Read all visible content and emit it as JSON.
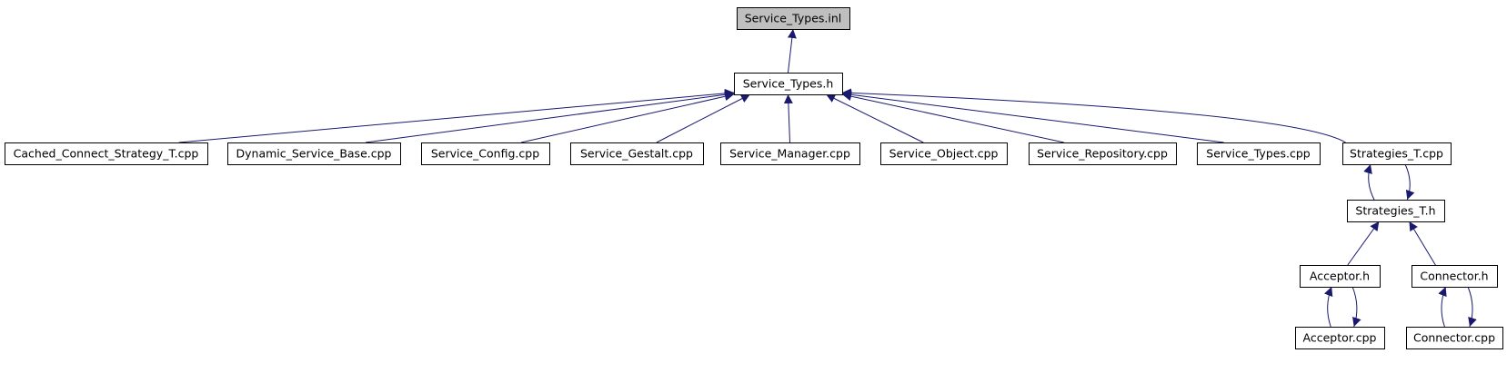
{
  "graph": {
    "colors": {
      "edge": "#191970",
      "node_fill": "#ffffff",
      "root_fill": "#bfbfbf",
      "node_border": "#000000"
    },
    "nodes": [
      {
        "id": "service_types_inl",
        "label": "Service_Types.inl",
        "root": true
      },
      {
        "id": "service_types_h",
        "label": "Service_Types.h"
      },
      {
        "id": "cached_connect_strategy_t_cpp",
        "label": "Cached_Connect_Strategy_T.cpp"
      },
      {
        "id": "dynamic_service_base_cpp",
        "label": "Dynamic_Service_Base.cpp"
      },
      {
        "id": "service_config_cpp",
        "label": "Service_Config.cpp"
      },
      {
        "id": "service_gestalt_cpp",
        "label": "Service_Gestalt.cpp"
      },
      {
        "id": "service_manager_cpp",
        "label": "Service_Manager.cpp"
      },
      {
        "id": "service_object_cpp",
        "label": "Service_Object.cpp"
      },
      {
        "id": "service_repository_cpp",
        "label": "Service_Repository.cpp"
      },
      {
        "id": "service_types_cpp",
        "label": "Service_Types.cpp"
      },
      {
        "id": "strategies_t_cpp",
        "label": "Strategies_T.cpp"
      },
      {
        "id": "strategies_t_h",
        "label": "Strategies_T.h"
      },
      {
        "id": "acceptor_h",
        "label": "Acceptor.h"
      },
      {
        "id": "connector_h",
        "label": "Connector.h"
      },
      {
        "id": "acceptor_cpp",
        "label": "Acceptor.cpp"
      },
      {
        "id": "connector_cpp",
        "label": "Connector.cpp"
      }
    ],
    "edges": [
      {
        "from": "service_types_h",
        "to": "service_types_inl"
      },
      {
        "from": "cached_connect_strategy_t_cpp",
        "to": "service_types_h"
      },
      {
        "from": "dynamic_service_base_cpp",
        "to": "service_types_h"
      },
      {
        "from": "service_config_cpp",
        "to": "service_types_h"
      },
      {
        "from": "service_gestalt_cpp",
        "to": "service_types_h"
      },
      {
        "from": "service_manager_cpp",
        "to": "service_types_h"
      },
      {
        "from": "service_object_cpp",
        "to": "service_types_h"
      },
      {
        "from": "service_repository_cpp",
        "to": "service_types_h"
      },
      {
        "from": "service_types_cpp",
        "to": "service_types_h"
      },
      {
        "from": "strategies_t_cpp",
        "to": "service_types_h"
      },
      {
        "from": "strategies_t_h",
        "to": "strategies_t_cpp"
      },
      {
        "from": "strategies_t_cpp",
        "to": "strategies_t_h"
      },
      {
        "from": "acceptor_h",
        "to": "strategies_t_h"
      },
      {
        "from": "connector_h",
        "to": "strategies_t_h"
      },
      {
        "from": "acceptor_cpp",
        "to": "acceptor_h"
      },
      {
        "from": "acceptor_h",
        "to": "acceptor_cpp"
      },
      {
        "from": "connector_cpp",
        "to": "connector_h"
      },
      {
        "from": "connector_h",
        "to": "connector_cpp"
      }
    ]
  }
}
